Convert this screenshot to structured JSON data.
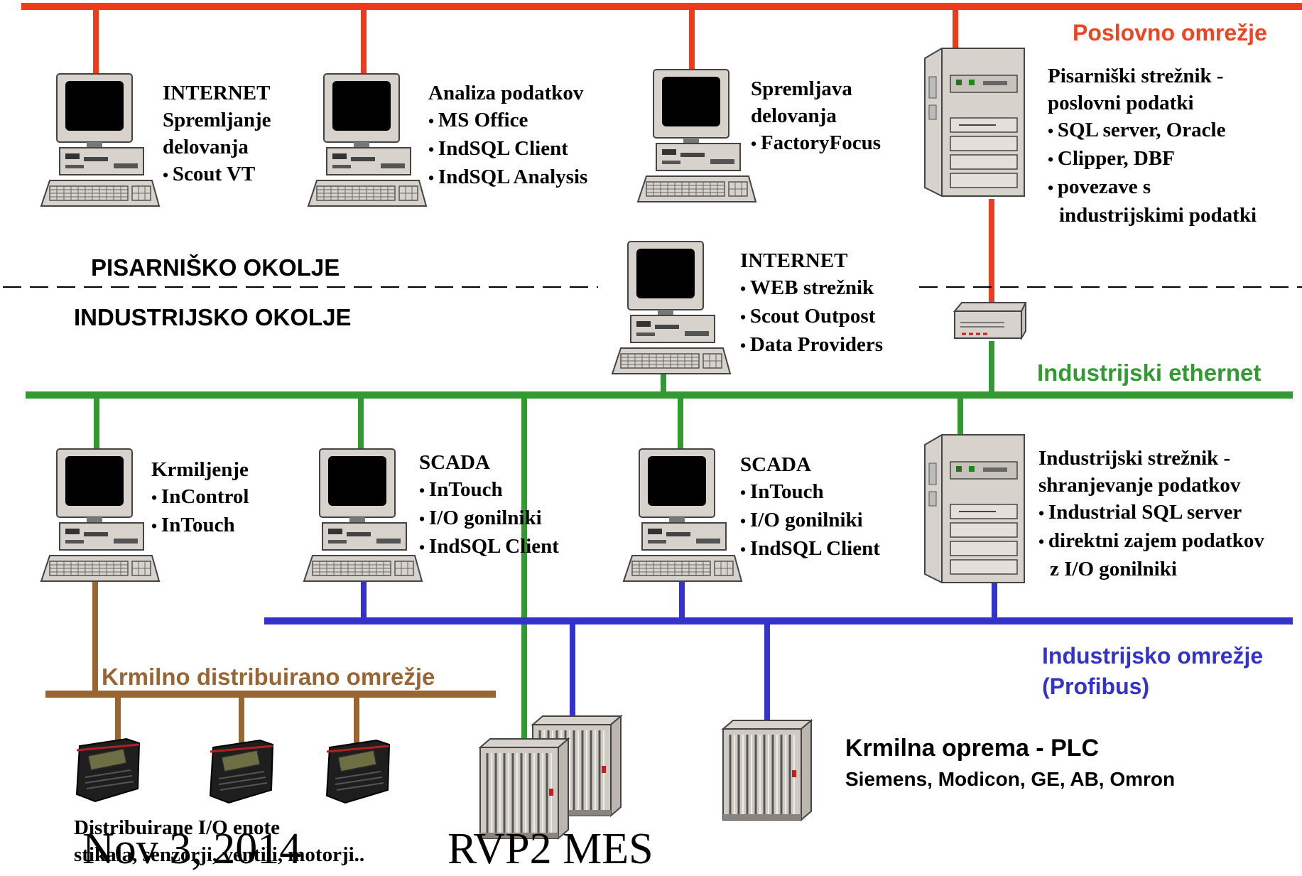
{
  "networks": {
    "business": {
      "label": "Poslovno omrežje",
      "color": "#ee3b1c"
    },
    "ethernet": {
      "label": "Industrijski ethernet",
      "color": "#339933"
    },
    "profibus": {
      "label_line1": "Industrijsko omrežje",
      "label_line2": "(Profibus)",
      "color": "#3333cc"
    },
    "control": {
      "label": "Krmilno distribuirano omrežje",
      "color": "#996633"
    }
  },
  "zones": {
    "office": "PISARNIŠKO OKOLJE",
    "industrial": "INDUSTRIJSKO OKOLJE"
  },
  "office_pcs": [
    {
      "title1": "INTERNET",
      "title2": "Spremljanje",
      "title3": "delovanja",
      "items": [
        "Scout VT"
      ]
    },
    {
      "title1": "Analiza  podatkov",
      "items": [
        "MS Office",
        "IndSQL Client",
        "IndSQL Analysis"
      ]
    },
    {
      "title1": "Spremljava",
      "title2": "delovanja",
      "items": [
        "FactoryFocus"
      ]
    }
  ],
  "office_server": {
    "title1": "Pisarniški strežnik -",
    "title2": "poslovni  podatki",
    "items": [
      "SQL server, Oracle",
      "Clipper, DBF",
      "povezave s"
    ],
    "continuation": "industrijskimi podatki"
  },
  "web_pc": {
    "title": "INTERNET",
    "items": [
      "WEB strežnik",
      "Scout Outpost",
      "Data Providers"
    ]
  },
  "industrial_pcs": [
    {
      "title": "Krmiljenje",
      "items": [
        "InControl",
        "InTouch"
      ]
    },
    {
      "title": "SCADA",
      "items": [
        "InTouch",
        "I/O gonilniki",
        "IndSQL Client"
      ]
    },
    {
      "title": "SCADA",
      "items": [
        "InTouch",
        "I/O gonilniki",
        "IndSQL Client"
      ]
    }
  ],
  "industrial_server": {
    "title1": "Industrijski strežnik -",
    "title2": "shranjevanje podatkov",
    "items": [
      "Industrial SQL server",
      "direktni zajem  podatkov"
    ],
    "continuation": "z I/O gonilniki"
  },
  "plc": {
    "title": "Krmilna oprema - PLC",
    "vendors": "Siemens, Modicon, GE, AB, Omron"
  },
  "dio": {
    "line1": "Distribuirane I/O enote",
    "line2": "stikala, senzorji, ventili, motorji.."
  },
  "footer": {
    "date": "Nov 3, 2014",
    "course": "RVP2  MES"
  }
}
